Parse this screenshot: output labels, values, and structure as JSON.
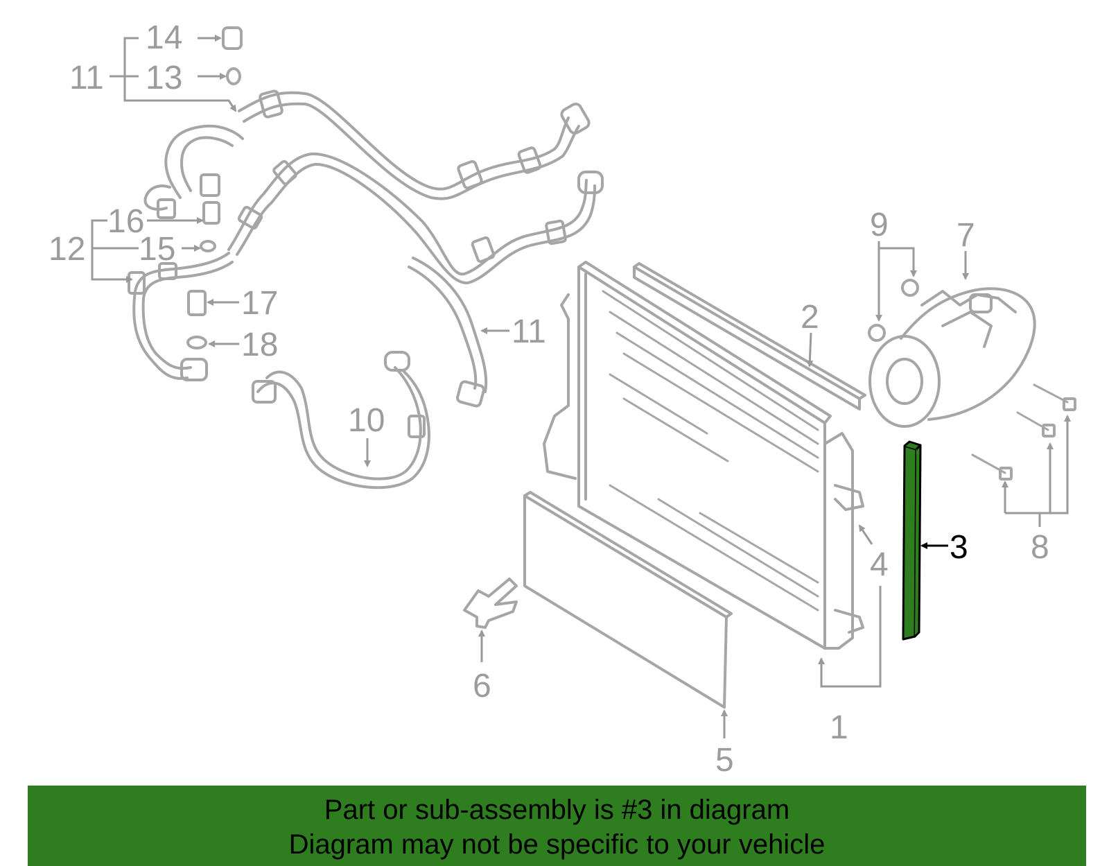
{
  "labels": {
    "p1": "1",
    "p2": "2",
    "p3": "3",
    "p4": "4",
    "p5": "5",
    "p6": "6",
    "p7": "7",
    "p8": "8",
    "p9": "9",
    "p10": "10",
    "p11a": "11",
    "p11b": "11",
    "p12": "12",
    "p13": "13",
    "p14": "14",
    "p15": "15",
    "p16": "16",
    "p17": "17",
    "p18": "18"
  },
  "colors": {
    "highlight": "#2e7d1f",
    "parts": "#a6a6a6",
    "labels": "#9c9c9c",
    "banner_bg": "#2e7d1f",
    "banner_text": "#000000"
  },
  "banner": {
    "line1": "Part or sub-assembly is #3 in diagram",
    "line2": "Diagram may not be specific to your vehicle"
  }
}
